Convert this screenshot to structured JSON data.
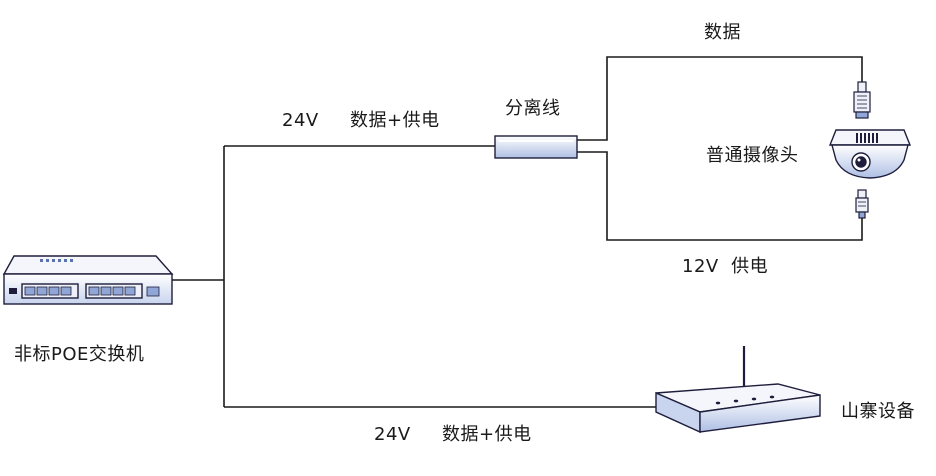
{
  "labels": {
    "switch": "非标POE交换机",
    "top_line_voltage": "24V",
    "top_line_desc": "数据+供电",
    "splitter": "分离线",
    "data_line": "数据",
    "camera": "普通摄像头",
    "power_line": "12V  供电",
    "router": "山寨设备",
    "bottom_line_voltage": "24V",
    "bottom_line_desc": "数据+供电"
  },
  "colors": {
    "line": "#1a1a1a",
    "device_fill": "#eef1f8",
    "device_shade": "#b8c7e6",
    "device_stroke": "#1e1e3c",
    "port_fill": "#8fa6d6"
  },
  "icons": {
    "switch": "network-switch-icon",
    "splitter": "splitter-cable-icon",
    "camera": "dome-camera-icon",
    "router": "wifi-router-icon",
    "rj45": "rj45-connector-icon",
    "dc_plug": "dc-plug-icon"
  }
}
